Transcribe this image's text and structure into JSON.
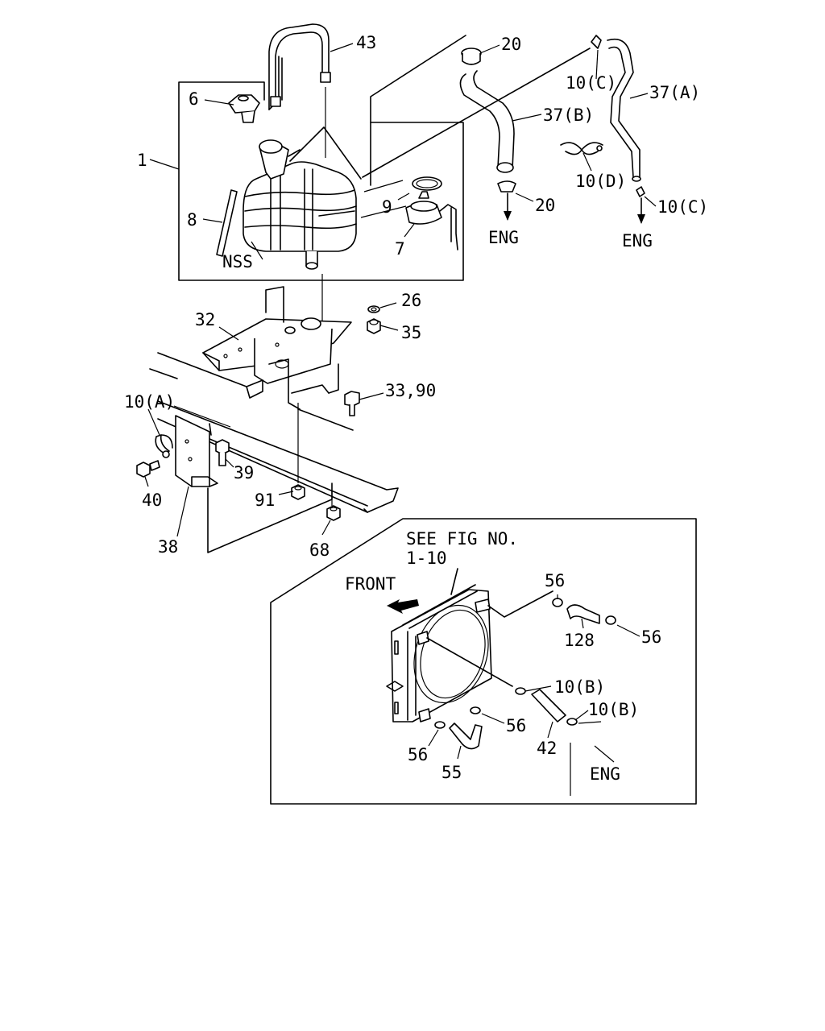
{
  "labels": {
    "p1": "1",
    "p6": "6",
    "p8": "8",
    "nss": "NSS",
    "p43": "43",
    "p20_top": "20",
    "p10c_top": "10(C)",
    "p37a": "37(A)",
    "p37b": "37(B)",
    "p10d": "10(D)",
    "p20_bottom": "20",
    "p10c_bottom": "10(C)",
    "eng_left": "ENG",
    "eng_right": "ENG",
    "p9": "9",
    "p7": "7",
    "p26": "26",
    "p35": "35",
    "p32": "32",
    "p33_90": "33,90",
    "p10a": "10(A)",
    "p39": "39",
    "p40": "40",
    "p91": "91",
    "p38": "38",
    "p68": "68",
    "see_fig": "SEE FIG NO.",
    "fig_no": "1-10",
    "front": "FRONT",
    "p56_a": "56",
    "p56_b": "56",
    "p128": "128",
    "p10b_a": "10(B)",
    "p10b_b": "10(B)",
    "p56_c": "56",
    "p56_d": "56",
    "p42": "42",
    "p55": "55",
    "eng_radiator": "ENG"
  }
}
